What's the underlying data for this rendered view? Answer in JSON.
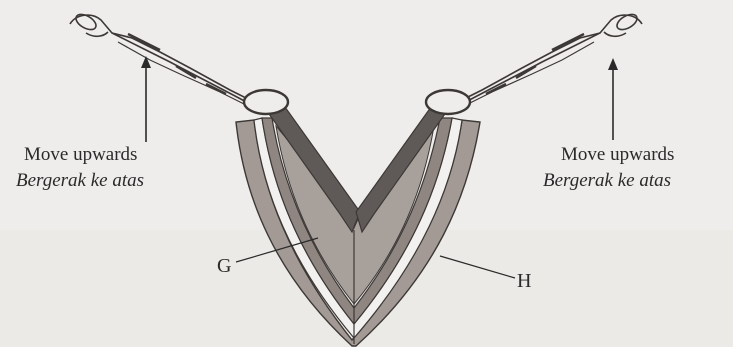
{
  "diagram": {
    "left_caption": {
      "english": "Move upwards",
      "malay": "Bergerak ke atas"
    },
    "right_caption": {
      "english": "Move upwards",
      "malay": "Bergerak ke atas"
    },
    "labels": {
      "g": "G",
      "h": "H"
    },
    "colors": {
      "background": "#efedeb",
      "outer_muscle": "#a39a95",
      "inner_muscle": "#8f8681",
      "bone": "#5f5a58",
      "gap": "#f3f1ef",
      "outline": "#3c3836"
    }
  }
}
